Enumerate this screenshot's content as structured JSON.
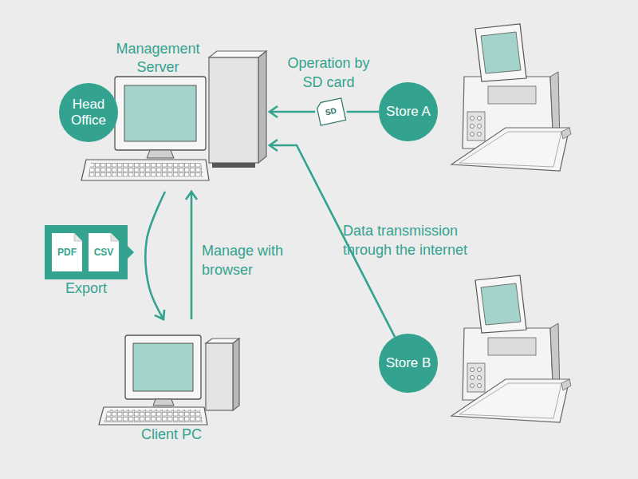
{
  "diagram": {
    "nodes": [
      {
        "text": [
          "Management Server"
        ]
      },
      {
        "text": [
          "Head Office"
        ],
        "in": 0
      },
      {
        "text": [
          "SD"
        ]
      },
      {
        "text": [
          "Store A"
        ]
      },
      {
        "text": [
          "Export"
        ]
      },
      {
        "text": [
          "PDF"
        ],
        "in": 4
      },
      {
        "text": [
          "CSV"
        ],
        "in": 4
      },
      {
        "text": [
          "Store B"
        ]
      },
      {
        "text": [
          "Client PC"
        ]
      }
    ],
    "edges": [
      {
        "from": 3,
        "to": 2,
        "arrow": "none"
      },
      {
        "from": 2,
        "to": 0,
        "label": "Operation by SD card",
        "arrow": "to"
      },
      {
        "from": 7,
        "to": 0,
        "label": "Data transmission through the internet",
        "arrow": "to"
      },
      {
        "from": 0,
        "to": 8,
        "arrow": "to"
      },
      {
        "from": 8,
        "to": 0,
        "label": "Manage with browser",
        "arrow": "to"
      }
    ]
  }
}
